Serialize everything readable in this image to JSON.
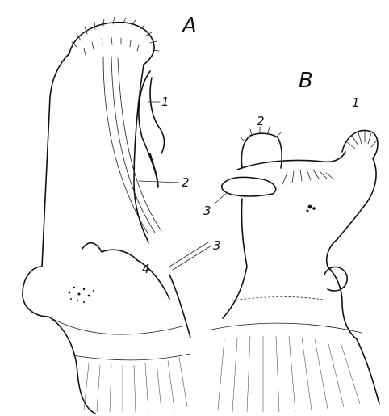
{
  "panels": [
    {
      "key": "A",
      "letter": "A"
    },
    {
      "key": "B",
      "letter": "B"
    }
  ],
  "callouts": {
    "A": [
      "1",
      "2",
      "3",
      "4"
    ],
    "B": [
      "1",
      "2",
      "3"
    ]
  },
  "colors": {
    "ink": "#111111",
    "paper": "#ffffff"
  }
}
